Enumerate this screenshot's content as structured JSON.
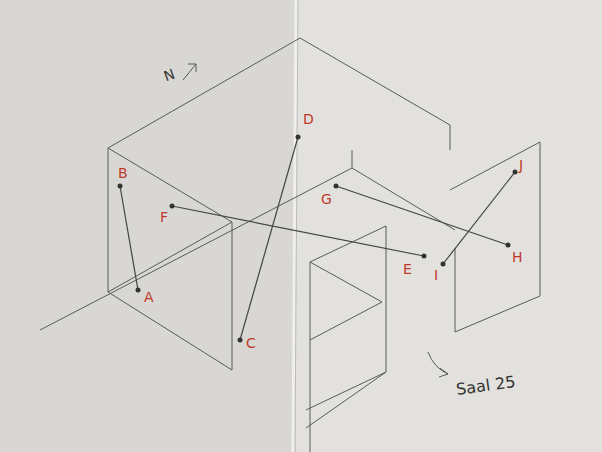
{
  "diagram": {
    "labels": [
      "N",
      "B",
      "F",
      "A",
      "D",
      "C",
      "G",
      "E",
      "H",
      "J",
      "I",
      "Saal 25"
    ]
  }
}
